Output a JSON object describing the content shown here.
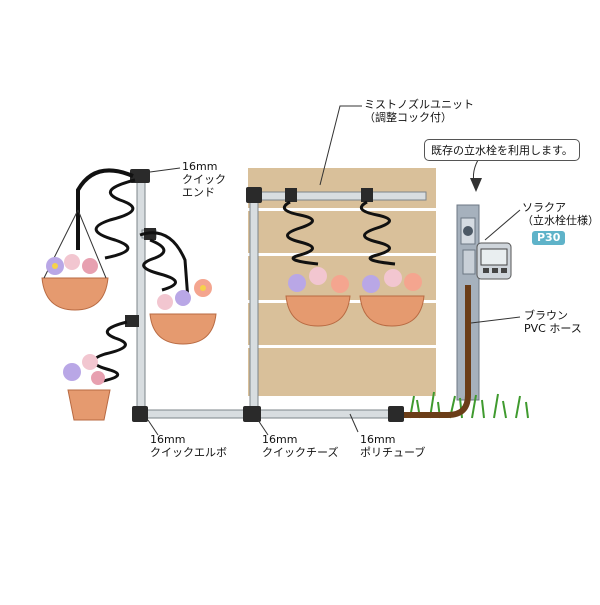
{
  "labels": {
    "quick_end_size": "16mm",
    "quick_end_line1": "クイック",
    "quick_end_line2": "エンド",
    "mist_nozzle": "ミストノズルユニット",
    "mist_nozzle_sub": "（調整コック付）",
    "existing_faucet": "既存の立水栓を利用します。",
    "solaqua": "ソラクア",
    "solaqua_sub": "（立水栓仕様）",
    "solaqua_badge": "P30",
    "brown_line1": "ブラウン",
    "brown_line2": "PVC ホース",
    "elbow_size": "16mm",
    "elbow_name": "クイックエルボ",
    "tee_size": "16mm",
    "tee_name": "クイックチーズ",
    "poly_size": "16mm",
    "poly_name": "ポリチューブ"
  },
  "colors": {
    "pipe": "#d8dde0",
    "pipe_edge": "#7d858a",
    "fitting": "#2a2a2a",
    "fence": "#d9c09a",
    "fence_slat": "#ffffff",
    "pot": "#e59a6f",
    "hose": "#6b3d18",
    "coil": "#111111",
    "grass": "#3f9a2e",
    "faucet": "#8c99a8",
    "accent": "#5fb3c9"
  },
  "icons": [
    "arrow-down-icon",
    "flower-icon",
    "timer-controller-icon"
  ]
}
